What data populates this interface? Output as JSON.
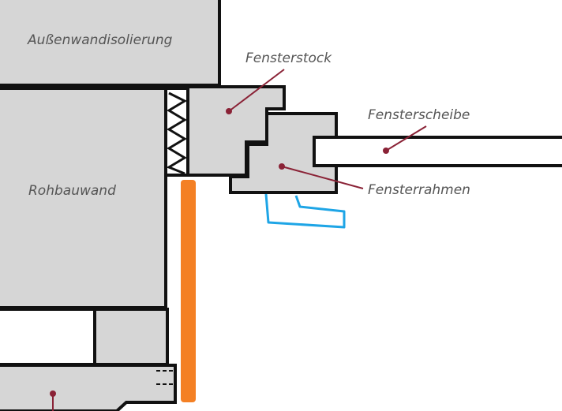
{
  "labels": {
    "aussenwand": "Außenwandisolierung",
    "rohbau": "Rohbauwand",
    "fensterstock": "Fensterstock",
    "fensterscheibe": "Fensterscheibe",
    "fensterrahmen": "Fensterrahmen"
  },
  "colors": {
    "fill": "#d6d6d6",
    "stroke": "#111111",
    "label_text": "#555555",
    "leader": "#8a2236",
    "highlight_orange": "#f48024",
    "highlight_blue": "#1ea5e6"
  }
}
